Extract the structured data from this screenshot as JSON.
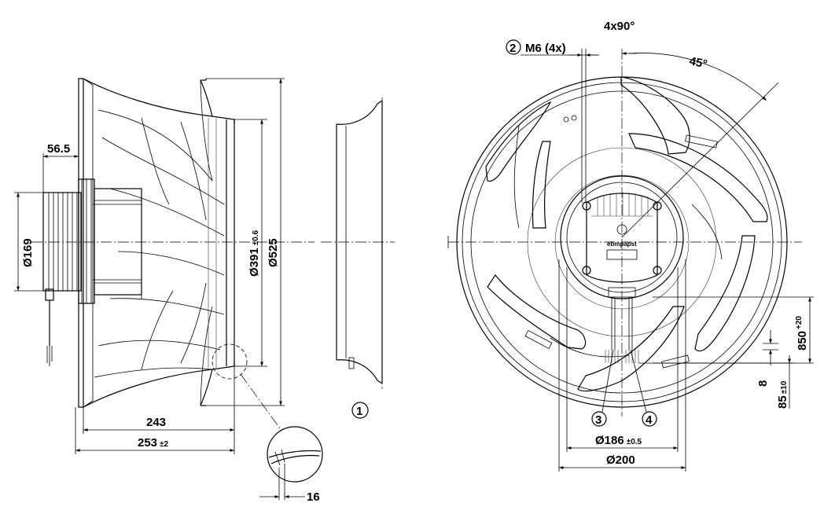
{
  "side_view": {
    "dim_56_5": "56.5",
    "dim_169": "Ø169",
    "dim_391": "Ø391",
    "dim_391_tol": "±0.6",
    "dim_525": "Ø525",
    "dim_243": "243",
    "dim_253": "253",
    "dim_253_tol": "±2",
    "dim_16": "16"
  },
  "inlet_ring": {
    "callout_1": "1"
  },
  "front_view": {
    "dim_4x90": "4x90°",
    "dim_45": "45°",
    "callout_2": "2",
    "callout_2_label": "M6 (4x)",
    "callout_3": "3",
    "callout_4": "4",
    "dim_186": "Ø186",
    "dim_186_tol": "±0.5",
    "dim_200": "Ø200",
    "dim_850": "850",
    "dim_850_tol": "+20",
    "dim_8": "8",
    "dim_85": "85",
    "dim_85_tol": "±10",
    "brand_label": "ebmpapst"
  }
}
